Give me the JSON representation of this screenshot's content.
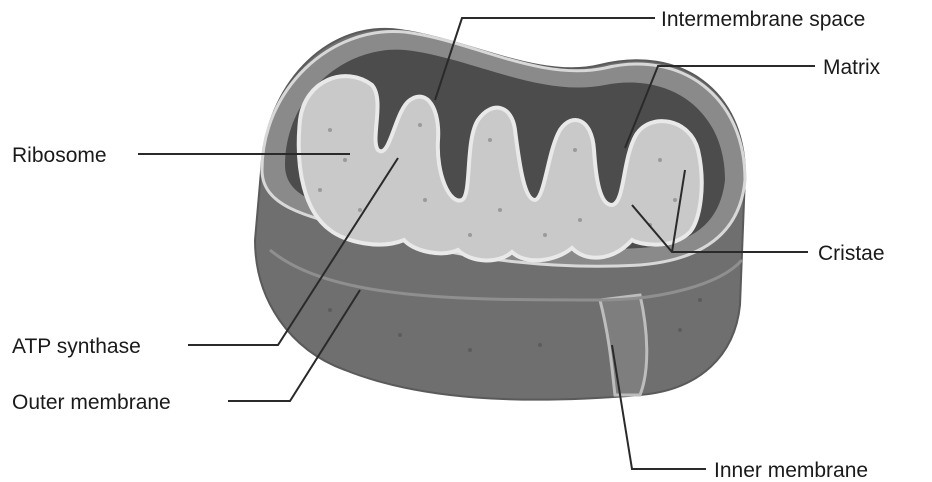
{
  "labels": {
    "intermembrane_space": "Intermembrane space",
    "matrix": "Matrix",
    "ribosome": "Ribosome",
    "cristae": "Cristae",
    "atp_synthase": "ATP synthase",
    "outer_membrane": "Outer membrane",
    "inner_membrane": "Inner membrane"
  }
}
